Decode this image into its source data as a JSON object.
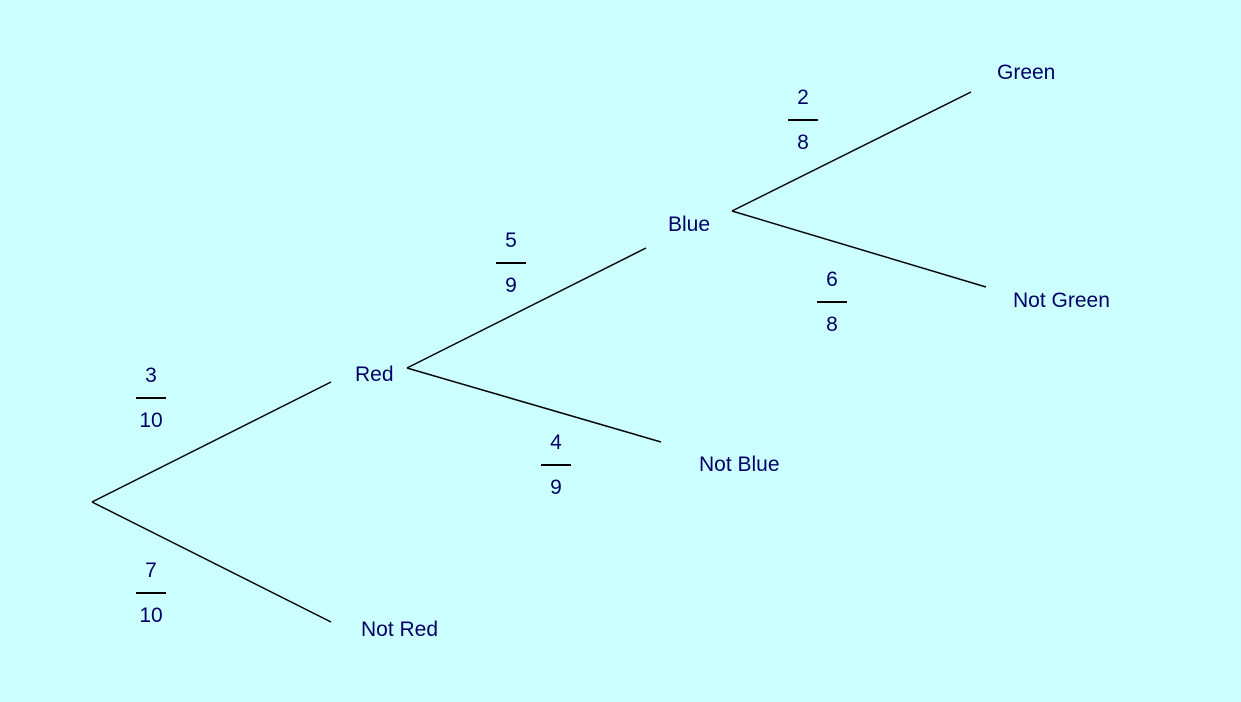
{
  "nodes": {
    "red": "Red",
    "not_red": "Not Red",
    "blue": "Blue",
    "not_blue": "Not Blue",
    "green": "Green",
    "not_green": "Not Green"
  },
  "probabilities": {
    "red": {
      "numerator": "3",
      "denominator": "10"
    },
    "not_red": {
      "numerator": "7",
      "denominator": "10"
    },
    "blue": {
      "numerator": "5",
      "denominator": "9"
    },
    "not_blue": {
      "numerator": "4",
      "denominator": "9"
    },
    "green": {
      "numerator": "2",
      "denominator": "8"
    },
    "not_green": {
      "numerator": "6",
      "denominator": "8"
    }
  },
  "colors": {
    "background": "#ccffff",
    "text": "#000066",
    "line": "#000000"
  }
}
